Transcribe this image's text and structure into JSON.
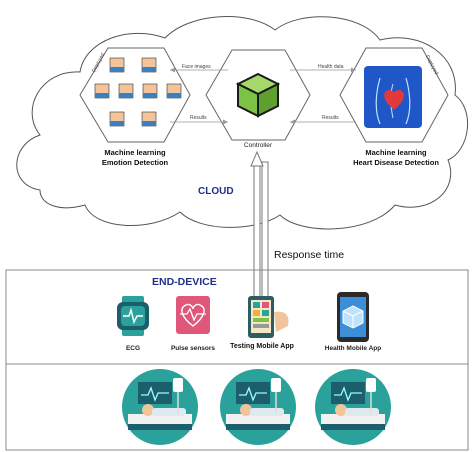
{
  "cloud": {
    "label": "CLOUD",
    "emotion": {
      "title_line1": "Machine learning",
      "title_line2": "Emotion Detection"
    },
    "controller": {
      "label": "Controller"
    },
    "heart": {
      "title_line1": "Machine learning",
      "title_line2": "Heart Disease Detection"
    },
    "edges": {
      "face_images": "Face images",
      "results_left": "Results",
      "health_data": "Health data",
      "results_right": "Results",
      "deployed_left": "Deployed",
      "deployed_right": "Deployed"
    }
  },
  "response_time": "Response time",
  "end_device": {
    "label": "END-DEVICE",
    "devices": [
      {
        "label": "ECG",
        "icon": "smartwatch-ecg-icon"
      },
      {
        "label": "Pulse sensors",
        "icon": "pulse-sensor-icon"
      },
      {
        "label": "Testing Mobile App",
        "icon": "testing-phone-icon"
      },
      {
        "label": "Health Mobile App",
        "icon": "health-phone-icon"
      }
    ]
  },
  "patients": [
    {
      "icon": "patient-bed-icon"
    },
    {
      "icon": "patient-bed-icon"
    },
    {
      "icon": "patient-bed-icon"
    }
  ],
  "colors": {
    "cloud_text": "#1f2f8a",
    "teal": "#2aa19b",
    "pink": "#e0577a",
    "green_box": "#7cc244",
    "heart_blue": "#1f56c8"
  }
}
